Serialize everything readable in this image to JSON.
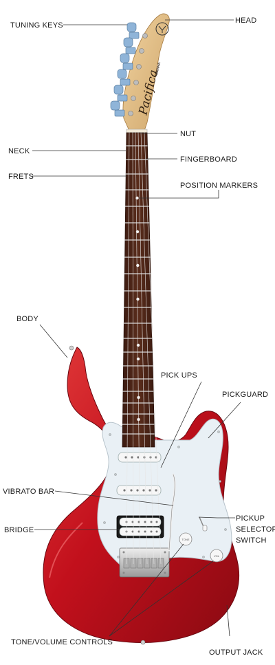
{
  "labels": {
    "tuning_keys": "TUNING KEYS",
    "head": "HEAD",
    "nut": "NUT",
    "neck": "NECK",
    "fingerboard": "FINGERBOARD",
    "frets": "FRETS",
    "position_markers": "POSITION MARKERS",
    "body": "BODY",
    "pick_ups": "PICK UPS",
    "pickguard": "PICKGUARD",
    "vibrato_bar": "VIBRATO BAR",
    "pickup_selector_switch": [
      "PICKUP",
      "SELECTOR",
      "SWITCH"
    ],
    "bridge": "BRIDGE",
    "tone_volume_controls": "TONE/VOLUME CONTROLS",
    "output_jack": "OUTPUT JACK"
  },
  "headstock_logo": "Pacifica",
  "brand": "YAMAHA",
  "knob_text": [
    "TONE",
    "VOL"
  ],
  "colors": {
    "body": "#c2101c",
    "body_highlight": "#e23a3a",
    "body_shadow": "#8a0a12",
    "pickguard": "#e9f0f5",
    "fingerboard": "#4a2418",
    "headstock": "#e2bf87",
    "tuner": "#8fb4d8",
    "chrome": "#c9c9c9"
  }
}
